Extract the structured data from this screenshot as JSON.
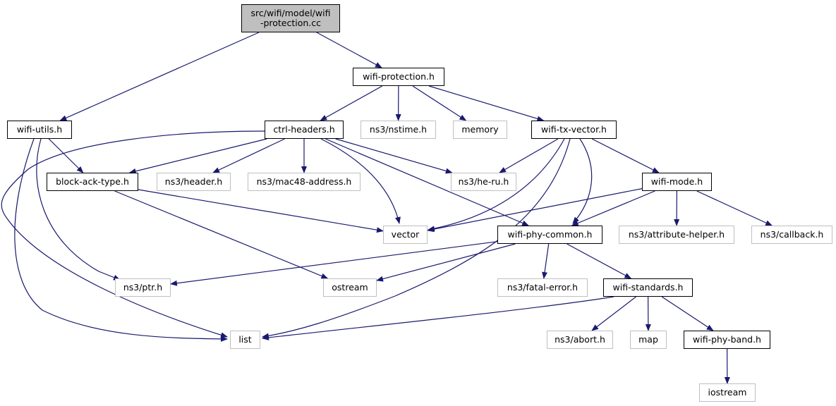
{
  "diagram": {
    "nodes": {
      "root": {
        "label": "src/wifi/model/wifi\n-protection.cc",
        "kind": "root"
      },
      "wifi_protection": {
        "label": "wifi-protection.h",
        "kind": "local"
      },
      "wifi_utils": {
        "label": "wifi-utils.h",
        "kind": "local"
      },
      "ctrl_headers": {
        "label": "ctrl-headers.h",
        "kind": "local"
      },
      "nstime": {
        "label": "ns3/nstime.h",
        "kind": "sys"
      },
      "memory": {
        "label": "memory",
        "kind": "sys"
      },
      "wifi_tx_vector": {
        "label": "wifi-tx-vector.h",
        "kind": "local"
      },
      "block_ack_type": {
        "label": "block-ack-type.h",
        "kind": "local"
      },
      "header": {
        "label": "ns3/header.h",
        "kind": "sys"
      },
      "mac48": {
        "label": "ns3/mac48-address.h",
        "kind": "sys"
      },
      "he_ru": {
        "label": "ns3/he-ru.h",
        "kind": "sys"
      },
      "wifi_mode": {
        "label": "wifi-mode.h",
        "kind": "local"
      },
      "vector": {
        "label": "vector",
        "kind": "sys"
      },
      "wifi_phy_common": {
        "label": "wifi-phy-common.h",
        "kind": "local"
      },
      "attribute_helper": {
        "label": "ns3/attribute-helper.h",
        "kind": "sys"
      },
      "callback": {
        "label": "ns3/callback.h",
        "kind": "sys"
      },
      "ptr": {
        "label": "ns3/ptr.h",
        "kind": "sys"
      },
      "ostream": {
        "label": "ostream",
        "kind": "sys"
      },
      "fatal_error": {
        "label": "ns3/fatal-error.h",
        "kind": "sys"
      },
      "wifi_standards": {
        "label": "wifi-standards.h",
        "kind": "local"
      },
      "list": {
        "label": "list",
        "kind": "sys"
      },
      "abort": {
        "label": "ns3/abort.h",
        "kind": "sys"
      },
      "map": {
        "label": "map",
        "kind": "sys"
      },
      "wifi_phy_band": {
        "label": "wifi-phy-band.h",
        "kind": "local"
      },
      "iostream": {
        "label": "iostream",
        "kind": "sys"
      }
    },
    "edges": [
      [
        "root",
        "wifi_utils"
      ],
      [
        "root",
        "wifi_protection"
      ],
      [
        "wifi_protection",
        "ctrl_headers"
      ],
      [
        "wifi_protection",
        "nstime"
      ],
      [
        "wifi_protection",
        "memory"
      ],
      [
        "wifi_protection",
        "wifi_tx_vector"
      ],
      [
        "wifi_utils",
        "block_ack_type"
      ],
      [
        "wifi_utils",
        "ptr"
      ],
      [
        "wifi_utils",
        "list"
      ],
      [
        "ctrl_headers",
        "block_ack_type"
      ],
      [
        "ctrl_headers",
        "header"
      ],
      [
        "ctrl_headers",
        "mac48"
      ],
      [
        "ctrl_headers",
        "he_ru"
      ],
      [
        "ctrl_headers",
        "vector"
      ],
      [
        "ctrl_headers",
        "wifi_phy_common"
      ],
      [
        "ctrl_headers",
        "list"
      ],
      [
        "wifi_tx_vector",
        "he_ru"
      ],
      [
        "wifi_tx_vector",
        "wifi_mode"
      ],
      [
        "wifi_tx_vector",
        "vector"
      ],
      [
        "wifi_tx_vector",
        "wifi_phy_common"
      ],
      [
        "wifi_tx_vector",
        "list"
      ],
      [
        "block_ack_type",
        "vector"
      ],
      [
        "block_ack_type",
        "ostream"
      ],
      [
        "wifi_mode",
        "vector"
      ],
      [
        "wifi_mode",
        "wifi_phy_common"
      ],
      [
        "wifi_mode",
        "attribute_helper"
      ],
      [
        "wifi_mode",
        "callback"
      ],
      [
        "wifi_phy_common",
        "ptr"
      ],
      [
        "wifi_phy_common",
        "ostream"
      ],
      [
        "wifi_phy_common",
        "fatal_error"
      ],
      [
        "wifi_phy_common",
        "wifi_standards"
      ],
      [
        "wifi_standards",
        "list"
      ],
      [
        "wifi_standards",
        "abort"
      ],
      [
        "wifi_standards",
        "map"
      ],
      [
        "wifi_standards",
        "wifi_phy_band"
      ],
      [
        "wifi_phy_band",
        "iostream"
      ]
    ],
    "colors": {
      "edge": "#191970",
      "local_border": "#000000",
      "sys_border": "#bfbfbf",
      "root_fill": "#bfbfbf"
    }
  }
}
